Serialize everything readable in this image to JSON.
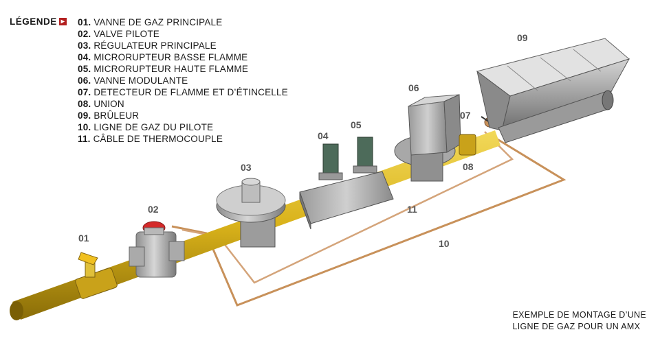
{
  "legend": {
    "title": "LÉGENDE",
    "arrow_icon": "right-arrow-icon",
    "items": [
      {
        "num": "01.",
        "label": "VANNE DE GAZ PRINCIPALE"
      },
      {
        "num": "02.",
        "label": "VALVE PILOTE"
      },
      {
        "num": "03.",
        "label": "RÉGULATEUR PRINCIPALE"
      },
      {
        "num": "04.",
        "label": "MICRORUPTEUR BASSE FLAMME"
      },
      {
        "num": "05.",
        "label": "MICRORUPTEUR HAUTE FLAMME"
      },
      {
        "num": "06.",
        "label": "VANNE MODULANTE"
      },
      {
        "num": "07.",
        "label": "DETECTEUR DE FLAMME ET D’ÉTINCELLE"
      },
      {
        "num": "08.",
        "label": "UNION"
      },
      {
        "num": "09.",
        "label": "BRÛLEUR"
      },
      {
        "num": "10.",
        "label": "LIGNE DE GAZ DU PILOTE"
      },
      {
        "num": "11.",
        "label": "CÂBLE DE THERMOCOUPLE"
      }
    ]
  },
  "callouts": {
    "c01": "01",
    "c02": "02",
    "c03": "03",
    "c04": "04",
    "c05": "05",
    "c06": "06",
    "c07": "07",
    "c08": "08",
    "c09": "09",
    "c10": "10",
    "c11": "11"
  },
  "caption": {
    "line1": "EXEMPLE DE MONTAGE D’UNE",
    "line2": "LIGNE DE GAZ POUR UN AMX"
  },
  "colors": {
    "pipe": "#d9b21a",
    "copper": "#c8915a",
    "metal": "#b8b8b8",
    "green_box": "#4d6b5a",
    "red_cap": "#d42a2a",
    "arrow": "#b32020"
  }
}
